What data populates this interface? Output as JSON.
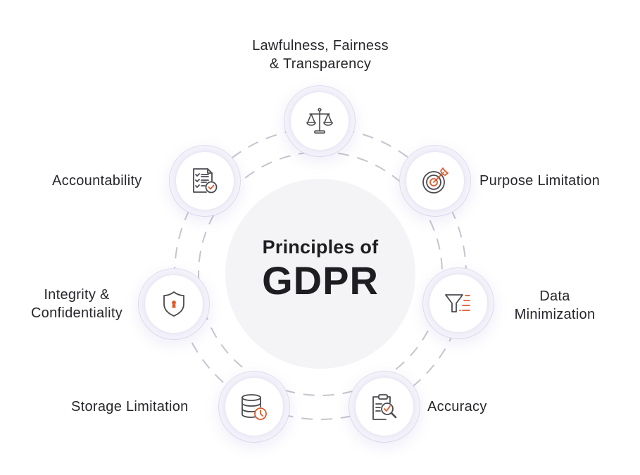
{
  "diagram": {
    "title_line1": "Principles of",
    "title_line2": "GDPR",
    "colors": {
      "accent": "#e05a2b",
      "icon_stroke": "#4a4a50",
      "text": "#26262c",
      "ring": "#c5c5cf",
      "center_fill": "#f4f4f6"
    },
    "principles": [
      {
        "label_line1": "Lawfulness, Fairness",
        "label_line2": "& Transparency",
        "icon": "scales-of-justice-icon"
      },
      {
        "label_line1": "Purpose Limitation",
        "icon": "target-arrow-icon"
      },
      {
        "label_line1": "Data",
        "label_line2": "Minimization",
        "icon": "funnel-filter-icon"
      },
      {
        "label_line1": "Accuracy",
        "icon": "clipboard-magnifier-check-icon"
      },
      {
        "label_line1": "Storage Limitation",
        "icon": "database-clock-icon"
      },
      {
        "label_line1": "Integrity &",
        "label_line2": "Confidentiality",
        "icon": "shield-lock-icon"
      },
      {
        "label_line1": "Accountability",
        "icon": "checklist-document-icon"
      }
    ]
  }
}
